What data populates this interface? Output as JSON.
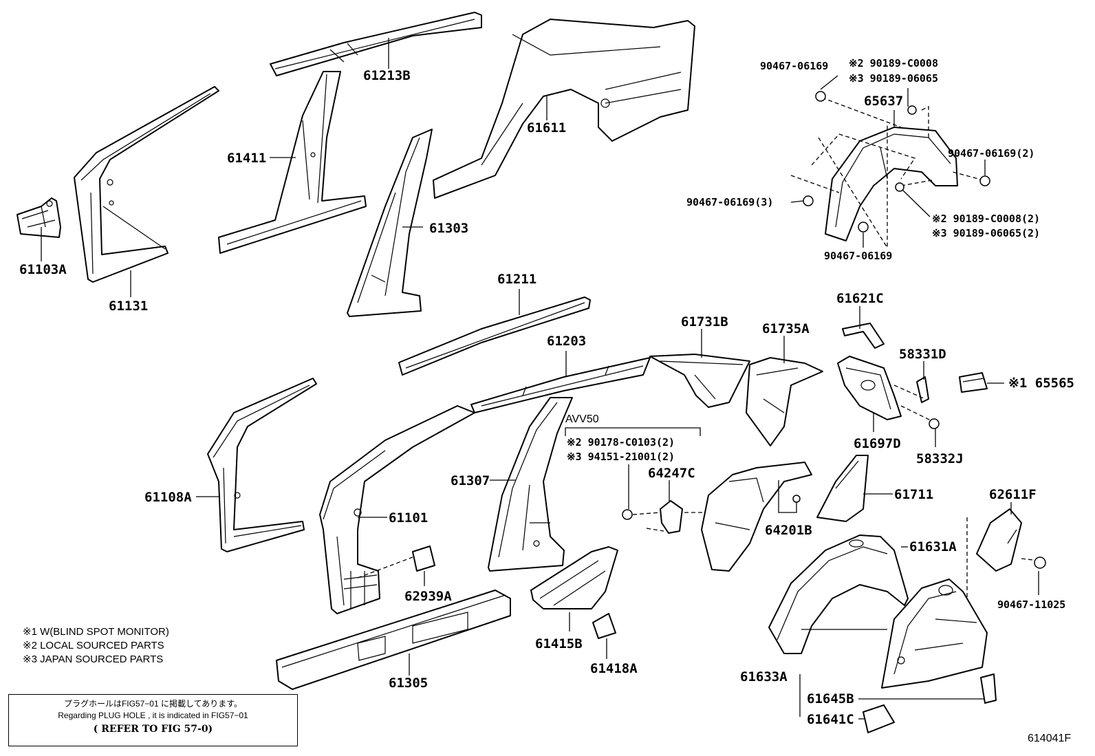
{
  "diagram_code": "614041F",
  "sub_group_label": "AVV50",
  "legend": [
    "※1 W(BLIND SPOT MONITOR)",
    "※2 LOCAL SOURCED PARTS",
    "※3 JAPAN SOURCED PARTS"
  ],
  "note_box": {
    "line1": "プラグホールはFIG57−01 に掲載してあります。",
    "line2": "Regarding PLUG HOLE , it is indicated in FIG57−01",
    "line3": "( REFER TO FIG 57-0)"
  },
  "parts": [
    "61213B",
    "61611",
    "61411",
    "61303",
    "61103A",
    "61131",
    "61211",
    "61203",
    "61731B",
    "61735A",
    "61621C",
    "58331D",
    "65565",
    "61697D",
    "58332J",
    "61108A",
    "61101",
    "61307",
    "62939A",
    "61305",
    "61415B",
    "61418A",
    "64247C",
    "64201B",
    "61711",
    "62611F",
    "61631A",
    "61633A",
    "61645B",
    "61641C",
    "65637",
    "90467-11025"
  ],
  "fasteners": {
    "f1": "90467-06169",
    "f2a": "※2 90189-C0008",
    "f2b": "※3 90189-06065",
    "f3": "90467-06169(2)",
    "f4": "90467-06169(3)",
    "f5a": "※2 90189-C0008(2)",
    "f5b": "※3 90189-06065(2)",
    "f6": "90467-06169",
    "avv_a": "※2 90178-C0103(2)",
    "avv_b": "※3 94151-21001(2)",
    "monitor": "※1 65565"
  }
}
